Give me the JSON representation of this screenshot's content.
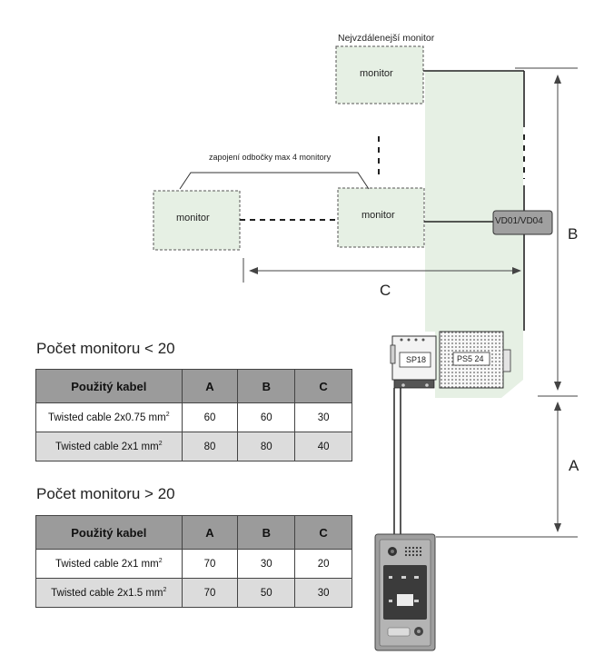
{
  "diagram": {
    "farthest_monitor_label": "Nejvzdálenejší monitor",
    "branch_label": "zapojení odbočky max 4 monitory",
    "monitor_label": "monitor",
    "distributor_label": "VD01/VD04",
    "sp18_label": "SP18",
    "ps5_label": "PS5 24",
    "dim_a": "A",
    "dim_b": "B",
    "dim_c": "C"
  },
  "table1": {
    "heading": "Počet monitoru < 20",
    "headers": [
      "Použitý kabel",
      "A",
      "B",
      "C"
    ],
    "rows": [
      {
        "cable": "Twisted cable 2x0.75 mm",
        "sup": "2",
        "a": "60",
        "b": "60",
        "c": "30"
      },
      {
        "cable": "Twisted cable 2x1 mm",
        "sup": "2",
        "a": "80",
        "b": "80",
        "c": "40"
      }
    ]
  },
  "table2": {
    "heading": "Počet monitoru > 20",
    "headers": [
      "Použitý kabel",
      "A",
      "B",
      "C"
    ],
    "rows": [
      {
        "cable": "Twisted cable 2x1 mm",
        "sup": "2",
        "a": "70",
        "b": "30",
        "c": "20"
      },
      {
        "cable": "Twisted cable 2x1.5 mm",
        "sup": "2",
        "a": "70",
        "b": "50",
        "c": "30"
      }
    ]
  },
  "colors": {
    "shaded_area": "#e6f0e4",
    "table_header": "#9b9b9b",
    "table_alt_row": "#dcdcdc"
  }
}
